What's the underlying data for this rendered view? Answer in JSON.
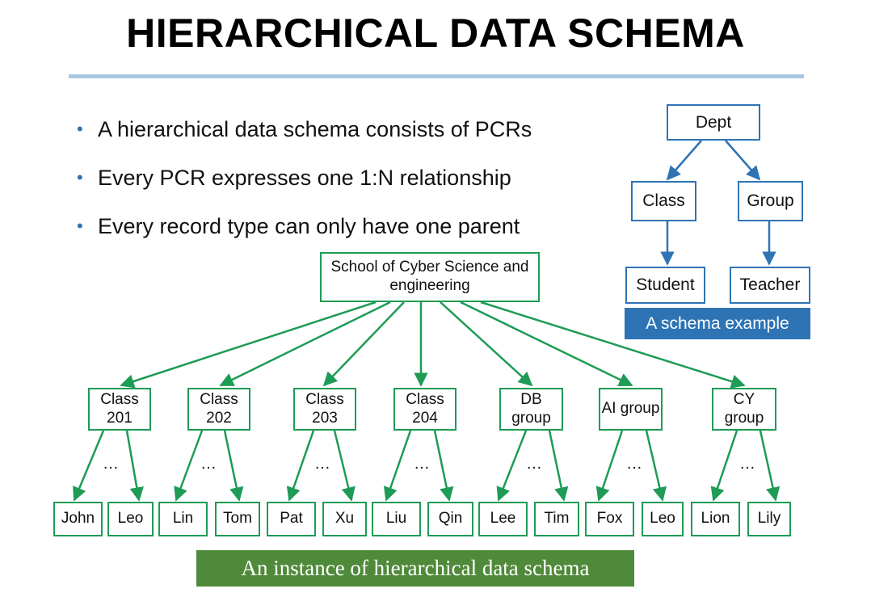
{
  "title": "HIERARCHICAL DATA SCHEMA",
  "bullets": [
    "A hierarchical data schema consists of PCRs",
    "Every PCR expresses one 1:N relationship",
    "Every record type can only have one parent"
  ],
  "schema_example": {
    "root": "Dept",
    "level2": [
      "Class",
      "Group"
    ],
    "level3": [
      "Student",
      "Teacher"
    ],
    "caption": "A schema example"
  },
  "instance": {
    "root": "School of Cyber Science and engineering",
    "groups": [
      {
        "label": "Class 201",
        "children": [
          "John",
          "Leo"
        ]
      },
      {
        "label": "Class 202",
        "children": [
          "Lin",
          "Tom"
        ]
      },
      {
        "label": "Class 203",
        "children": [
          "Pat",
          "Xu"
        ]
      },
      {
        "label": "Class 204",
        "children": [
          "Liu",
          "Qin"
        ]
      },
      {
        "label": "DB group",
        "children": [
          "Lee",
          "Tim"
        ]
      },
      {
        "label": "AI group",
        "children": [
          "Fox",
          "Leo"
        ]
      },
      {
        "label": "CY group",
        "children": [
          "Lion",
          "Lily"
        ]
      }
    ],
    "ellipsis": "…",
    "caption": "An instance of hierarchical data schema"
  },
  "colors": {
    "blue": "#2e74b5",
    "green": "#1e9b55",
    "caption_green": "#4f8a3a",
    "rule": "#a9c7e3"
  }
}
